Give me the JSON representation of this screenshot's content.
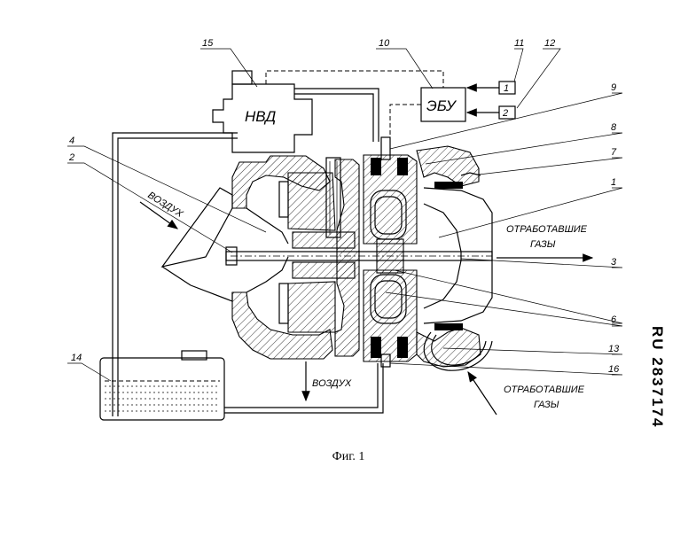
{
  "figure_caption": "Фиг. 1",
  "patent_number": "RU 2837174",
  "labels": {
    "hpfp": "НВД",
    "ecu": "ЭБУ",
    "sensor_1": "1",
    "sensor_2": "2",
    "air_in": "ВОЗДУХ",
    "air_out": "ВОЗДУХ",
    "exhaust_out_line1": "ОТРАБОТАВШИЕ",
    "exhaust_out_line2": "ГАЗЫ",
    "exhaust_in_line1": "ОТРАБОТАВШИЕ",
    "exhaust_in_line2": "ГАЗЫ"
  },
  "callouts": [
    "15",
    "10",
    "11",
    "12",
    "9",
    "8",
    "7",
    "1",
    "4",
    "2",
    "3",
    "6",
    "13",
    "14",
    "16"
  ]
}
